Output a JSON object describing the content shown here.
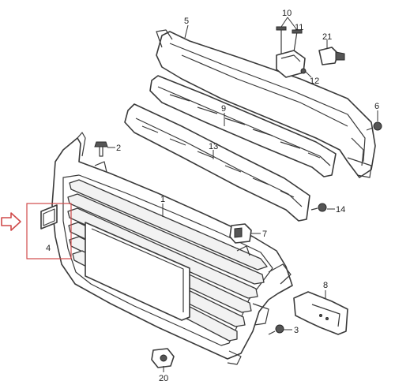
{
  "callouts": [
    {
      "id": "c1",
      "label": "1"
    },
    {
      "id": "c2",
      "label": "2"
    },
    {
      "id": "c3",
      "label": "3"
    },
    {
      "id": "c4",
      "label": "4"
    },
    {
      "id": "c5",
      "label": "5"
    },
    {
      "id": "c6",
      "label": "6"
    },
    {
      "id": "c7",
      "label": "7"
    },
    {
      "id": "c8",
      "label": "8"
    },
    {
      "id": "c9",
      "label": "9"
    },
    {
      "id": "c10",
      "label": "10"
    },
    {
      "id": "c11",
      "label": "11"
    },
    {
      "id": "c12",
      "label": "12"
    },
    {
      "id": "c13",
      "label": "13"
    },
    {
      "id": "c14",
      "label": "14"
    },
    {
      "id": "c20",
      "label": "20"
    },
    {
      "id": "c21",
      "label": "21"
    }
  ],
  "colors": {
    "line": "#3a3a3a",
    "highlight": "#d04a4a",
    "background": "#ffffff"
  }
}
